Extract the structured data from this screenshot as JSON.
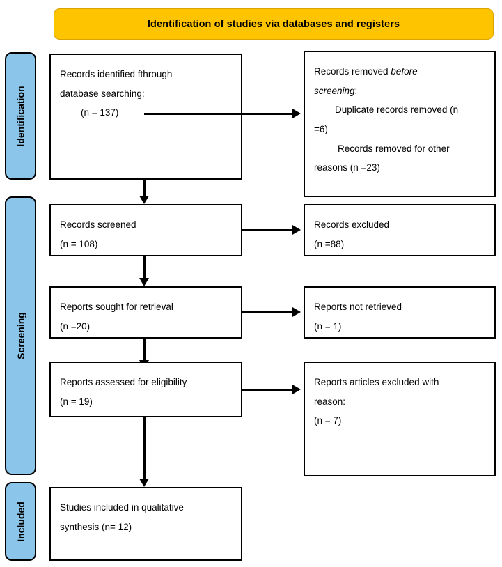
{
  "banner": {
    "title": "Identification of studies via databases and registers",
    "color": "#FFC400"
  },
  "stages": {
    "color": "#8CC5EA",
    "items": [
      {
        "id": "identification",
        "label": "Identification"
      },
      {
        "id": "screening",
        "label": "Screening"
      },
      {
        "id": "included",
        "label": "Included"
      }
    ]
  },
  "boxes": {
    "records_identified": {
      "line1": "Records identified fthrough",
      "line2": "database searching:",
      "line3": "(n = 137)"
    },
    "records_removed": {
      "line1_prefix": "Records removed ",
      "line1_italic": "before",
      "line2_italic": "screening",
      "line2_suffix": ":",
      "line3": "Duplicate records removed (n",
      "line4": "=6)",
      "line5": "Records removed for other",
      "line6": "reasons (n =23)"
    },
    "records_screened": {
      "line1": "Records screened",
      "line2": "(n = 108)"
    },
    "records_excluded": {
      "line1": "Records excluded",
      "line2": "(n =88)"
    },
    "reports_sought": {
      "line1": "Reports sought for retrieval",
      "line2": "(n =20)"
    },
    "reports_not_retrieved": {
      "line1": "Reports not retrieved",
      "line2": "(n = 1)"
    },
    "reports_assessed": {
      "line1": "Reports assessed for eligibility",
      "line2": "(n = 19)"
    },
    "reports_excluded_reason": {
      "line1": "Reports articles excluded with",
      "line2": "reason:",
      "line3": "(n = 7)"
    },
    "studies_included": {
      "line1": "Studies included in qualitative",
      "line2": "synthesis (n= 12)"
    }
  }
}
